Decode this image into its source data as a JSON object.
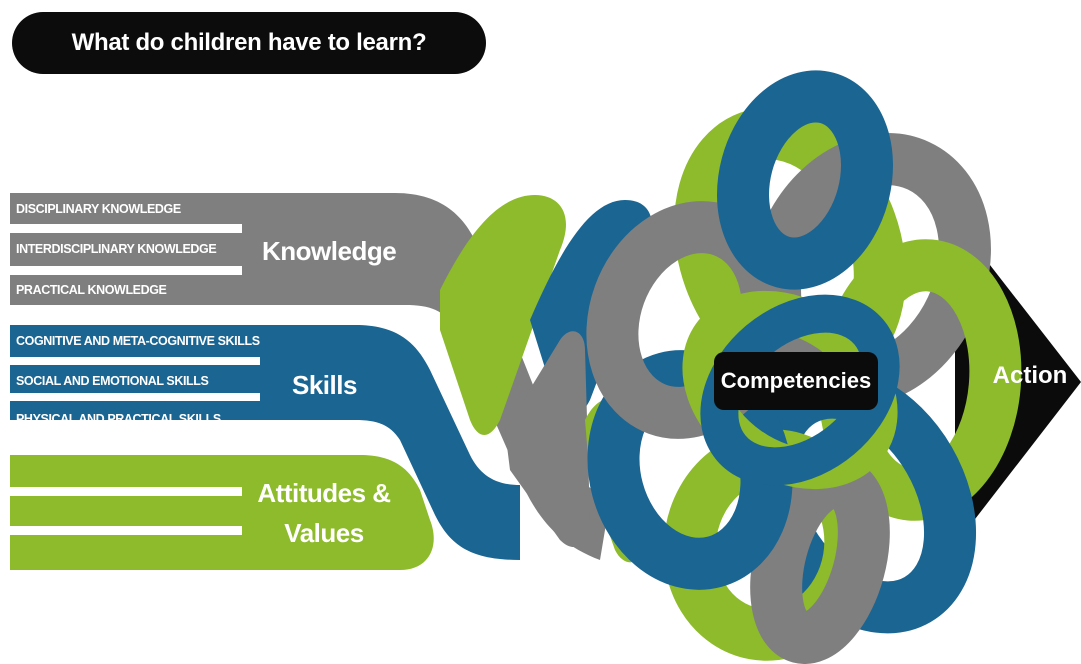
{
  "header": {
    "title": "What do children have to learn?"
  },
  "strands": [
    {
      "name": "Knowledge",
      "color": "#7f7f7f",
      "items": [
        "DISCIPLINARY KNOWLEDGE",
        "INTERDISCIPLINARY KNOWLEDGE",
        "PRACTICAL KNOWLEDGE"
      ]
    },
    {
      "name": "Skills",
      "color": "#1b6592",
      "items": [
        "COGNITIVE AND META-COGNITIVE SKILLS",
        "SOCIAL AND EMOTIONAL SKILLS",
        "PHYSICAL AND PRACTICAL SKILLS"
      ]
    },
    {
      "name_line1": "Attitudes &",
      "name_line2": "Values",
      "color": "#8dbb2b",
      "items": []
    }
  ],
  "competencies_label": "Competencies",
  "action_label": "Action"
}
